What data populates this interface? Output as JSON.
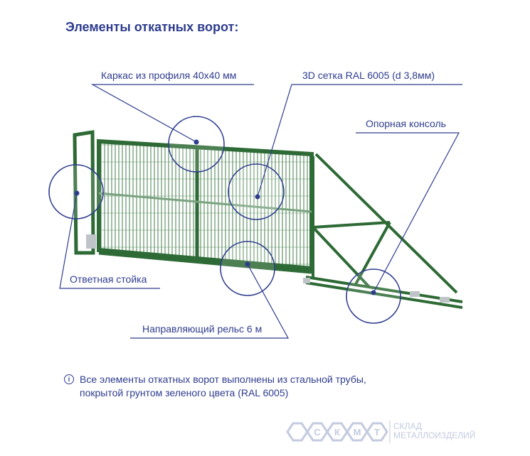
{
  "title": "Элементы откатных ворот:",
  "callouts": {
    "frame": "Каркас из профиля 40х40 мм",
    "mesh": "3D сетка RAL 6005 (d 3,8мм)",
    "console": "Опорная консоль",
    "post": "Ответная стойка",
    "rail": "Направляющий рельс 6 м"
  },
  "note": {
    "icon": "info-icon",
    "line1": "Все элементы откатных ворот выполнены из стальной трубы,",
    "line2": "покрытой грунтом зеленого цвета (RAL 6005)"
  },
  "logo": {
    "letters": "СКМТ",
    "line1": "СКЛАД",
    "line2": "МЕТАЛЛОИЗДЕЛИЙ"
  },
  "colors": {
    "accent": "#2e3c8e",
    "gate": "#2d6a35",
    "logo": "#c4cbe0"
  }
}
